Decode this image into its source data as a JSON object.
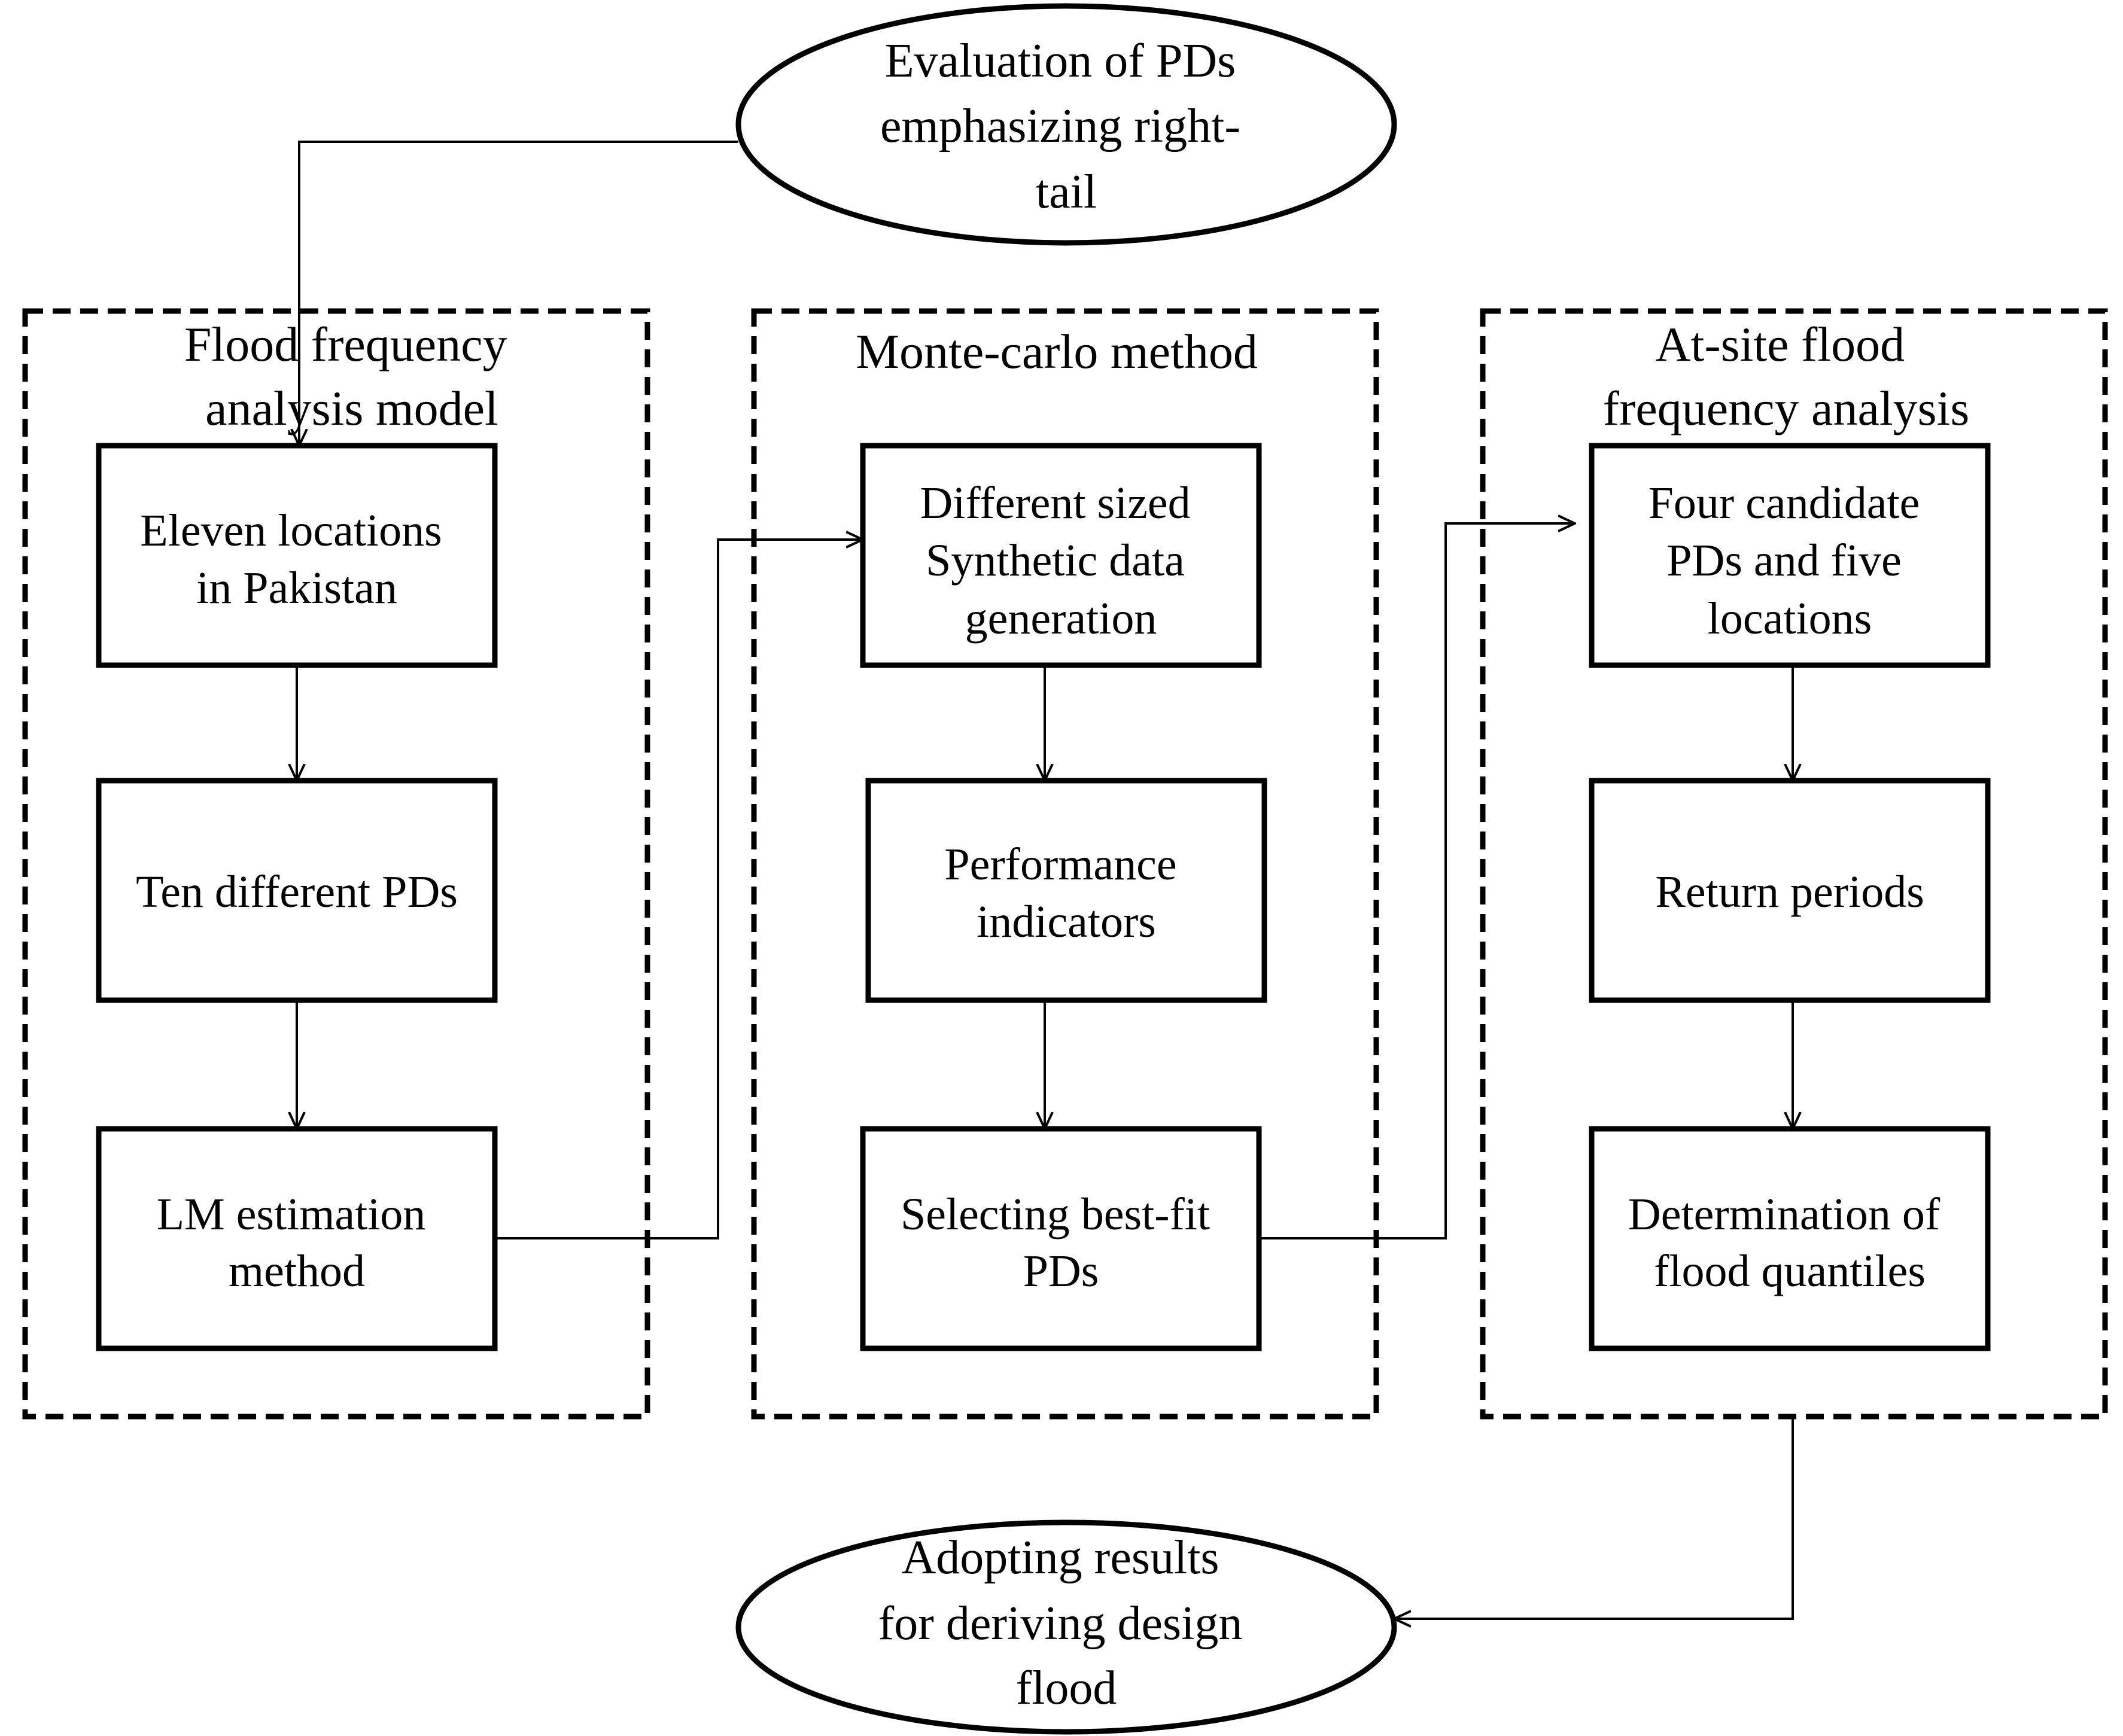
{
  "start_node": {
    "lines": [
      "Evaluation of PDs",
      "emphasizing right-",
      "tail"
    ]
  },
  "end_node": {
    "lines": [
      "Adopting results",
      "for deriving design",
      "flood"
    ]
  },
  "groups": [
    {
      "title_lines": [
        "Flood frequency",
        "analysis model"
      ],
      "steps": [
        {
          "lines": [
            "Eleven  locations",
            "in Pakistan"
          ]
        },
        {
          "lines": [
            "Ten different PDs"
          ]
        },
        {
          "lines": [
            "LM estimation",
            "method"
          ]
        }
      ]
    },
    {
      "title_lines": [
        "Monte-carlo method"
      ],
      "steps": [
        {
          "lines": [
            "Different sized",
            "Synthetic data",
            "generation"
          ]
        },
        {
          "lines": [
            "Performance",
            "indicators"
          ]
        },
        {
          "lines": [
            "Selecting best-fit",
            "PDs"
          ]
        }
      ]
    },
    {
      "title_lines": [
        "At-site flood",
        "frequency analysis"
      ],
      "steps": [
        {
          "lines": [
            "Four candidate",
            "PDs and five",
            "locations"
          ]
        },
        {
          "lines": [
            "Return periods"
          ]
        },
        {
          "lines": [
            "Determination of",
            "flood quantiles"
          ]
        }
      ]
    }
  ]
}
